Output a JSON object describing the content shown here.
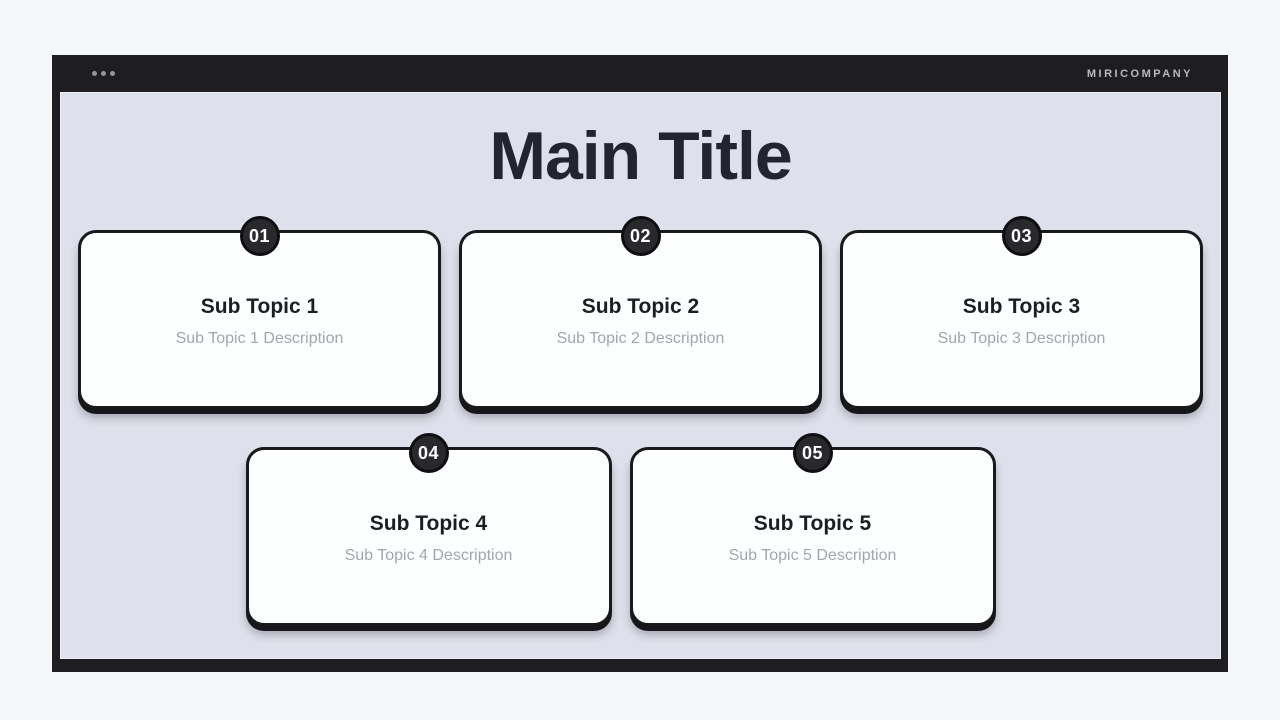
{
  "window": {
    "company": "MIRICOMPANY",
    "menu_icon": "ellipsis-horizontal-icon"
  },
  "slide": {
    "title": "Main Title",
    "cards": [
      {
        "number": "01",
        "title": "Sub Topic 1",
        "description": "Sub Topic 1 Description"
      },
      {
        "number": "02",
        "title": "Sub Topic 2",
        "description": "Sub Topic 2 Description"
      },
      {
        "number": "03",
        "title": "Sub Topic 3",
        "description": "Sub Topic 3 Description"
      },
      {
        "number": "04",
        "title": "Sub Topic 4",
        "description": "Sub Topic 4 Description"
      },
      {
        "number": "05",
        "title": "Sub Topic 5",
        "description": "Sub Topic 5 Description"
      }
    ]
  },
  "colors": {
    "page_background": "#f5f6f8",
    "frame": "#1e1e22",
    "content_background": "#dee0eb",
    "card_background": "#fdfffe",
    "card_border": "#18181d",
    "badge_fill": "#28282d",
    "badge_ring": "#0e0e12",
    "main_title_text": "#232430",
    "card_title_text": "#1d1e24",
    "description_text": "#a3a5ad",
    "company_text": "#b9babd"
  }
}
